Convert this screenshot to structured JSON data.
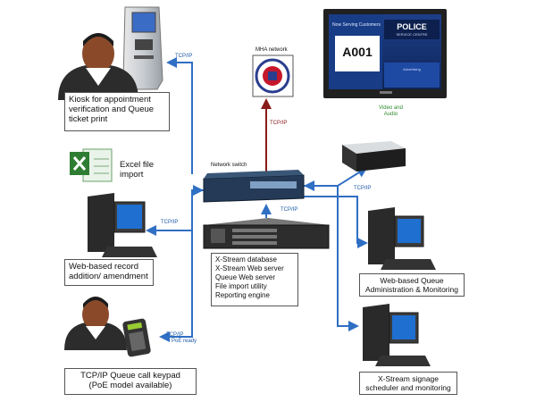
{
  "labels": {
    "kiosk": "Kiosk for appointment verification and Queue ticket print",
    "excel": "Excel file import",
    "web_record": "Web-based record addition/ amendment",
    "keypad_line1": "TCP/IP Queue call keypad",
    "keypad_line2": "(PoE model available)",
    "network_switch": "Network switch",
    "mha_network": "MHA network",
    "server_items": [
      "X-Stream database",
      "X-Stream Web server",
      "Queue Web server",
      "File import utility",
      "Reporting engine"
    ],
    "queue_admin": "Web-based Queue Administration & Monitoring",
    "signage": "X-Stream signage scheduler and monitoring",
    "video_audio_line1": "Video and",
    "video_audio_line2": "Audio",
    "tcpip": "TCP/IP",
    "poe_ready": "PoE ready"
  },
  "tv": {
    "header": "Now Serving Customers",
    "ticket": "A001",
    "brand": "POLICE",
    "brand_sub": "SERVICE CENTRE",
    "brand_footer": "Advertising"
  },
  "colors": {
    "link_blue": "#2f6fc4",
    "link_red": "#8b1a1a",
    "label_green": "#2f8a2f"
  }
}
